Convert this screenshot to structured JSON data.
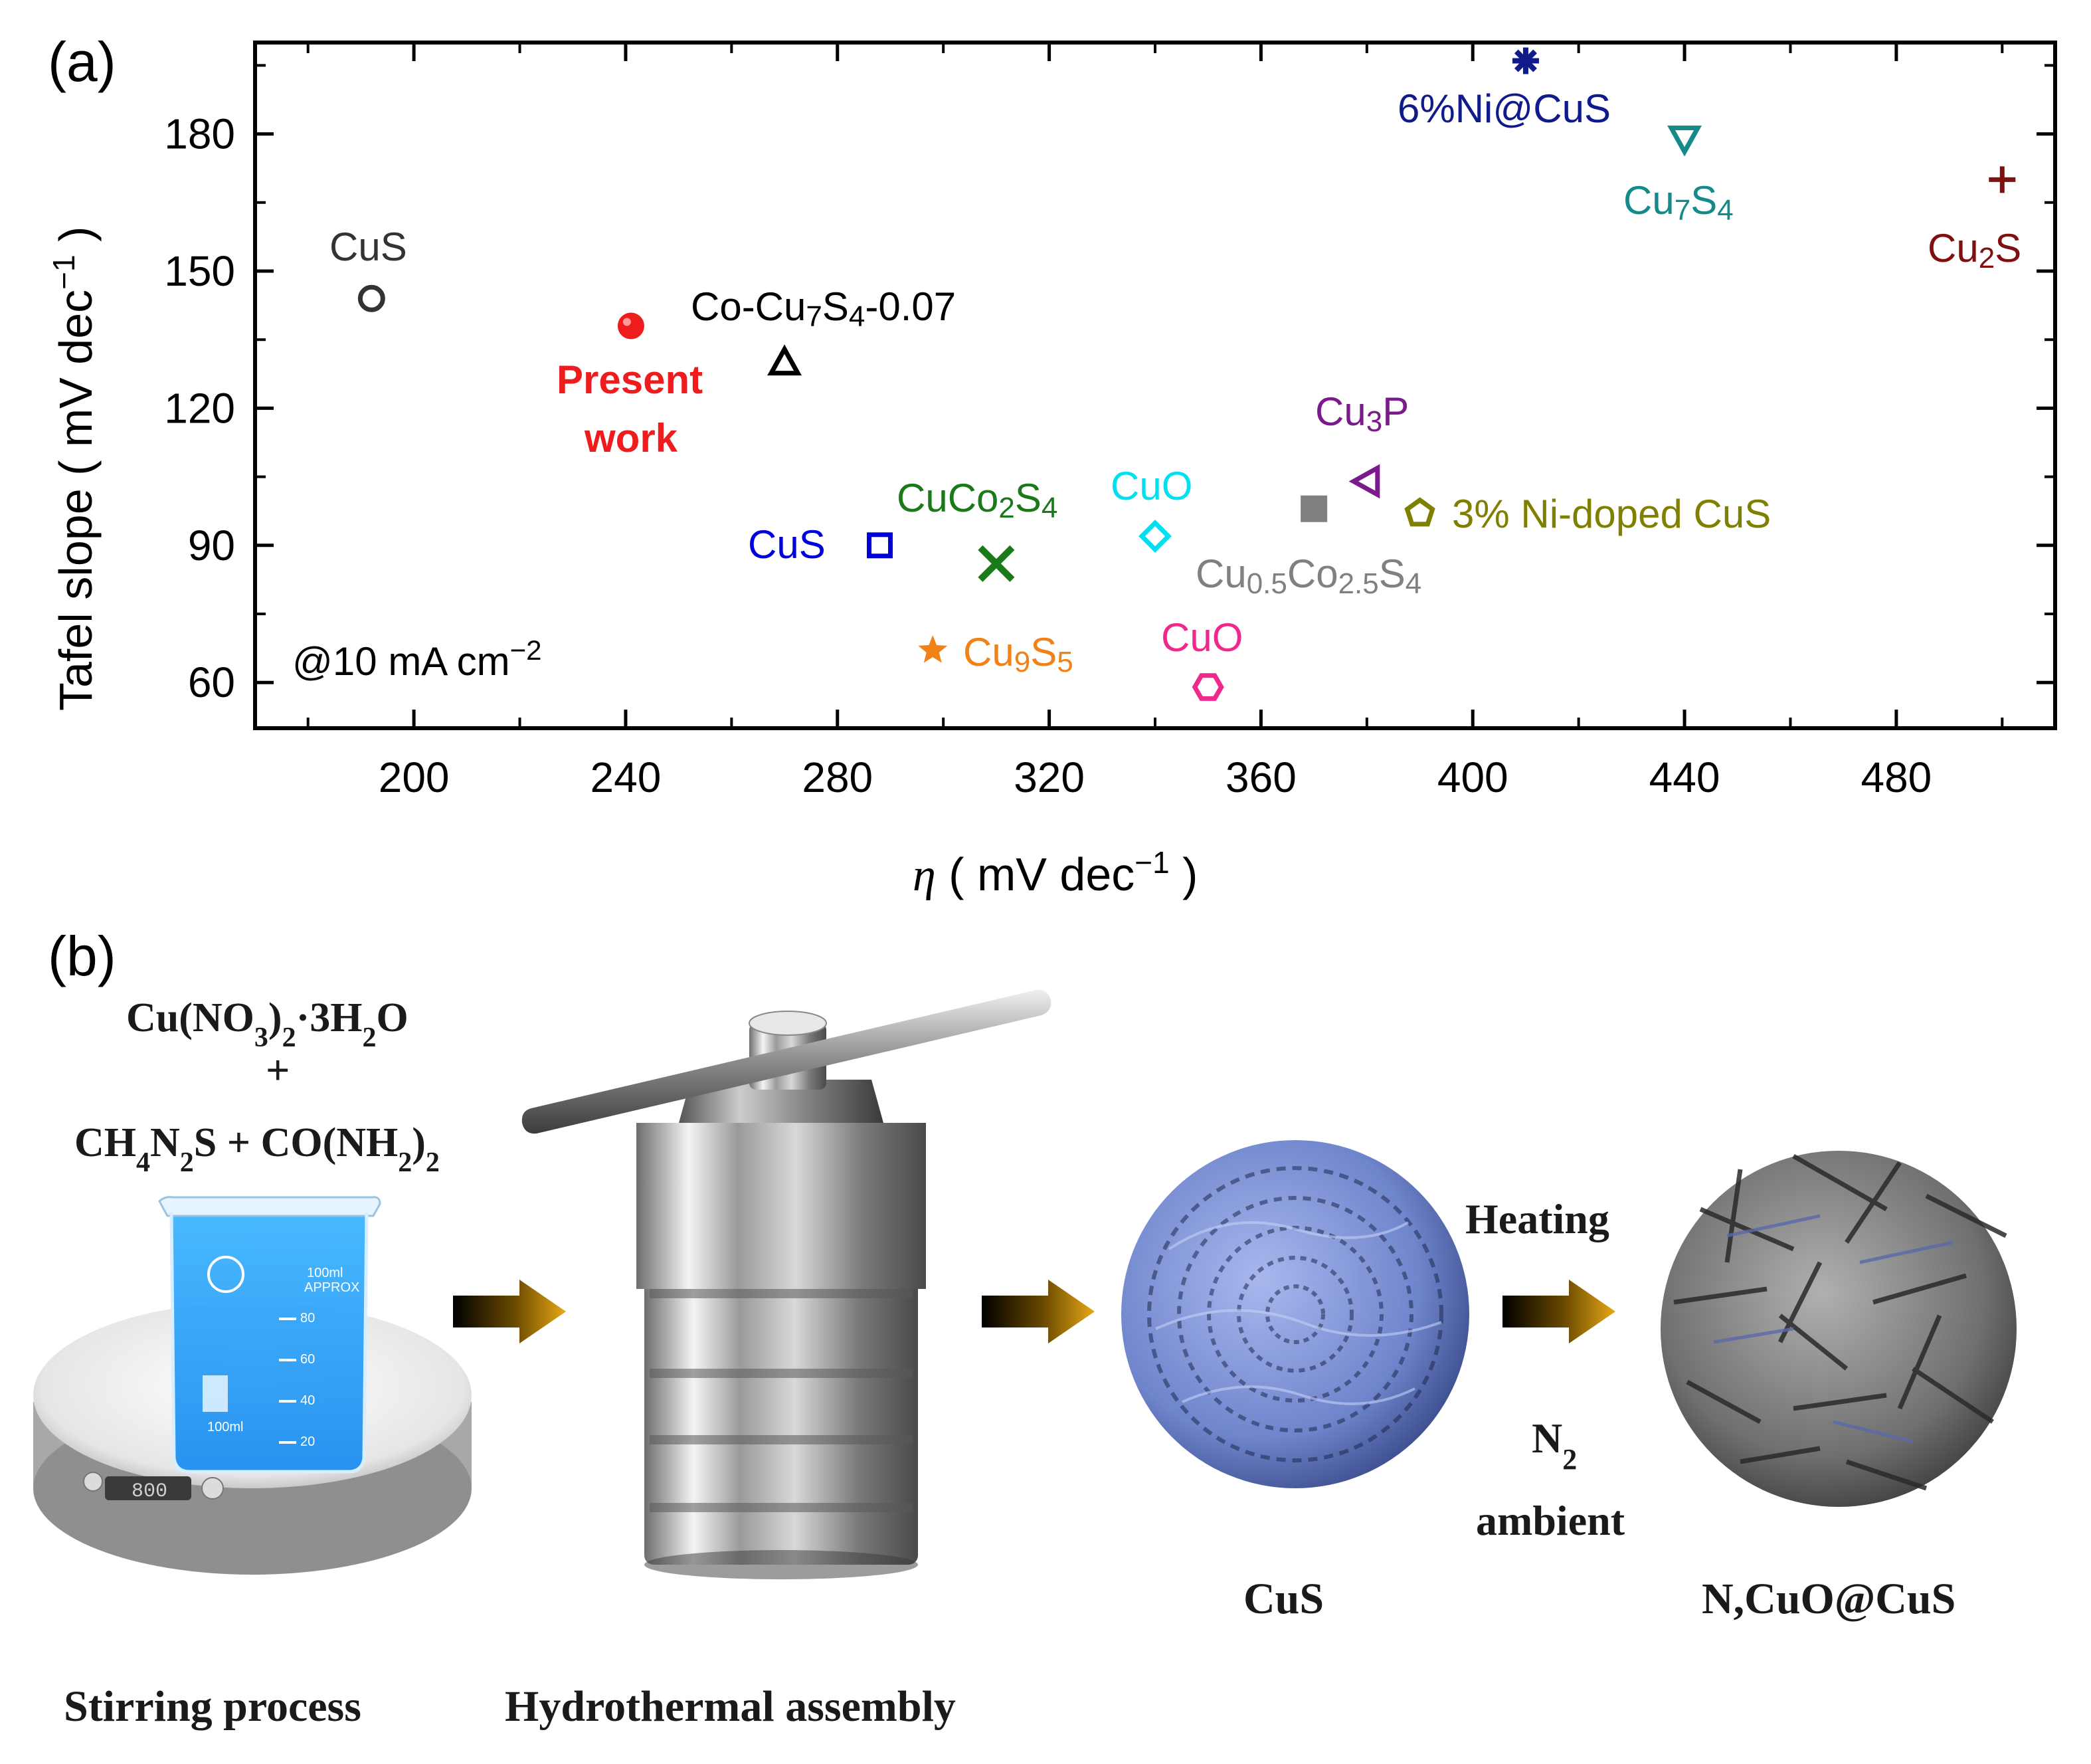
{
  "panel_a_label": "(a)",
  "panel_b_label": "(b)",
  "chart_data": {
    "type": "scatter",
    "xlabel": "η ( mV dec⁻¹ )",
    "ylabel": "Tafel slope ( mV dec⁻¹ )",
    "xlim": [
      170,
      510
    ],
    "ylim": [
      50,
      200
    ],
    "xticks": [
      200,
      240,
      280,
      320,
      360,
      400,
      440,
      480
    ],
    "yticks": [
      60,
      90,
      120,
      150,
      180
    ],
    "annotation": "@10 mA cm⁻²",
    "grid": false,
    "points": [
      {
        "label": "CuS",
        "x": 192,
        "y": 144,
        "marker": "circle-open",
        "color": "#333333"
      },
      {
        "label": "Present work",
        "x": 241,
        "y": 138,
        "marker": "circle-filled",
        "color": "#ee1c1c"
      },
      {
        "label": "Co-Cu7S4-0.07",
        "x": 270,
        "y": 130,
        "marker": "triangle-up-open",
        "color": "#000000"
      },
      {
        "label": "CuS",
        "x": 288,
        "y": 90,
        "marker": "square-open",
        "color": "#0000dd"
      },
      {
        "label": "CuCo2S4",
        "x": 310,
        "y": 86,
        "marker": "x",
        "color": "#1a7a1a"
      },
      {
        "label": "Cu9S5",
        "x": 298,
        "y": 67,
        "marker": "star",
        "color": "#f08218"
      },
      {
        "label": "CuO",
        "x": 340,
        "y": 92,
        "marker": "diamond-open",
        "color": "#00e0f0"
      },
      {
        "label": "CuO",
        "x": 350,
        "y": 59,
        "marker": "hexagon-open",
        "color": "#f0288c"
      },
      {
        "label": "Cu0.5Co2.5S4",
        "x": 370,
        "y": 98,
        "marker": "square-filled",
        "color": "#808080"
      },
      {
        "label": "Cu3P",
        "x": 380,
        "y": 104,
        "marker": "triangle-left-open",
        "color": "#7b1a8a"
      },
      {
        "label": "3% Ni-doped CuS",
        "x": 390,
        "y": 97,
        "marker": "pentagon-open",
        "color": "#7f7f00"
      },
      {
        "label": "6%Ni@CuS",
        "x": 410,
        "y": 196,
        "marker": "asterisk",
        "color": "#101a8a"
      },
      {
        "label": "Cu7S4",
        "x": 440,
        "y": 179,
        "marker": "triangle-down-open",
        "color": "#158a8a"
      },
      {
        "label": "Cu2S",
        "x": 500,
        "y": 170,
        "marker": "plus",
        "color": "#801010"
      }
    ]
  },
  "labels": {
    "cus_left": "CuS",
    "present_1": "Present",
    "present_2": "work",
    "cocu_main": "Co-Cu",
    "cocu_sub": "7",
    "cocu_s": "S",
    "cocu_sub2": "4",
    "cocu_tail": "-0.07",
    "cus_blue": "CuS",
    "cuco_main": "CuCo",
    "cuco_sub": "2",
    "cuco_s": "S",
    "cuco_sub2": "4",
    "cu9_main": "Cu",
    "cu9_sub": "9",
    "cu9_s": "S",
    "cu9_sub2": "5",
    "cuo_cyan": "CuO",
    "cuo_pink": "CuO",
    "cu05_cu": "Cu",
    "cu05_sub": "0.5",
    "cu05_co": "Co",
    "cu05_sub2": "2.5",
    "cu05_s": "S",
    "cu05_sub3": "4",
    "cu3p_cu": "Cu",
    "cu3p_sub": "3",
    "cu3p_p": "P",
    "ni3": "3% Ni-doped CuS",
    "ni6": "6%Ni@CuS",
    "cu7_cu": "Cu",
    "cu7_sub": "7",
    "cu7_s": "S",
    "cu7_sub2": "4",
    "cu2s_cu": "Cu",
    "cu2s_sub": "2",
    "cu2s_s": "S",
    "at10": "@10 mA cm",
    "at10_sup": "−2",
    "xlabel_eta": "η",
    "xlabel_rest": " ( mV dec",
    "xlabel_sup": "−1",
    "xlabel_close": " )",
    "ylabel_main": "Tafel slope ( mV dec",
    "ylabel_sup": "−1",
    "ylabel_close": " )"
  },
  "scheme": {
    "reagent1_a": "Cu(NO",
    "reagent1_b": "3",
    "reagent1_c": ")",
    "reagent1_d": "2",
    "reagent1_e": "·3H",
    "reagent1_f": "2",
    "reagent1_g": "O",
    "plus": "+",
    "reagent2_a": "CH",
    "reagent2_b": "4",
    "reagent2_c": "N",
    "reagent2_d": "2",
    "reagent2_e": "S + CO(NH",
    "reagent2_f": "2",
    "reagent2_g": ")",
    "reagent2_h": "2",
    "step1": "Stirring process",
    "step2": "Hydrothermal assembly",
    "step3": "CuS",
    "step4": "N,CuO@CuS",
    "heating": "Heating",
    "n2_a": "N",
    "n2_b": "2",
    "ambient": "ambient",
    "beaker_100ml": "100ml",
    "beaker_approx": "APPROX",
    "beaker_ticks": [
      "80",
      "60",
      "40",
      "20"
    ],
    "stirrer_display": "800"
  }
}
